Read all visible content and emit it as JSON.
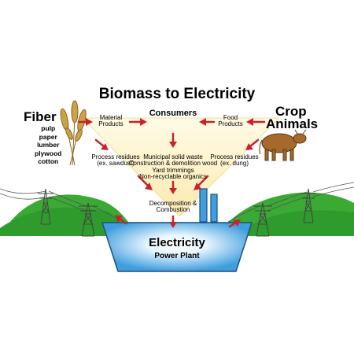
{
  "title": "Biomass to Electricity",
  "sources": {
    "fiber": {
      "label": "Fiber",
      "items": [
        "pulp",
        "paper",
        "lumber",
        "plywood",
        "cotton"
      ],
      "icon": "wheat-icon"
    },
    "crop_animals": {
      "label_line1": "Crop",
      "label_line2": "Animals",
      "icon": "cow-icon"
    }
  },
  "nodes": {
    "consumers": "Consumers",
    "material_products": [
      "Material",
      "Products"
    ],
    "food_products": [
      "Food",
      "Products"
    ],
    "process_residues_left": [
      "Process residues",
      "(ex. sawdust)"
    ],
    "process_residues_right": [
      "Process residues",
      "(ex. dung)"
    ],
    "municipal": [
      "Municipal solid waste",
      "Construction & demolition wood",
      "Yard trimmings",
      "Non-recyclable organics"
    ],
    "decomposition": [
      "Decomposition &",
      "Combustion"
    ]
  },
  "plant": {
    "title": "Electricity",
    "subtitle": "Power Plant"
  },
  "colors": {
    "arrow": "#c8232b",
    "funnel": "#fdf3c4",
    "plant_fill": "#4aa3df",
    "plant_glow": "#ffffff",
    "hill": "#3aaa35",
    "cow": "#a4692b",
    "wheat": "#c9a24a"
  }
}
